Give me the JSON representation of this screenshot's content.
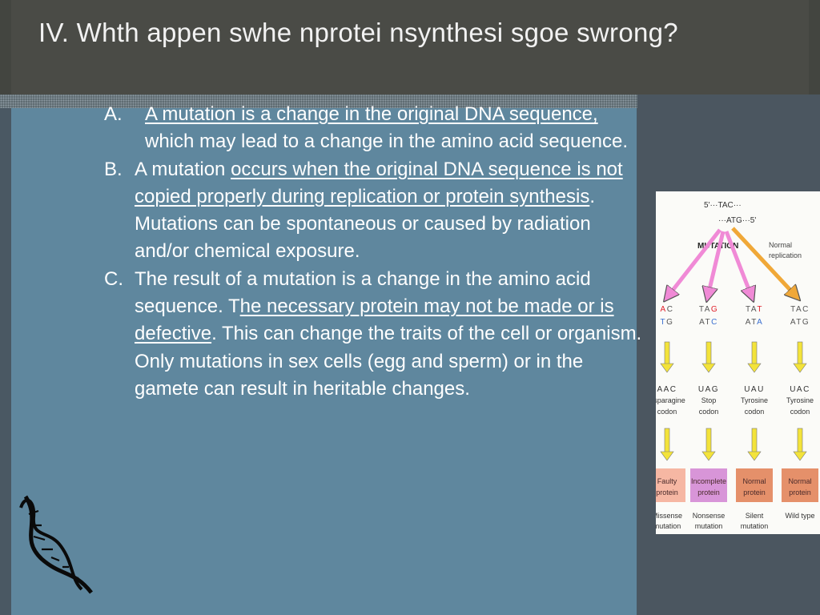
{
  "title": "IV. Whth appen swhe nprotei nsynthesi sgoe swrong?",
  "items": [
    {
      "marker": "A.",
      "u1": "A mutation is a change in the original DNA sequence,",
      "t1": " which may lead to a change in the amino acid sequence."
    },
    {
      "marker": "B.",
      "t0": "A mutation ",
      "u1": "occurs when the original DNA sequence is not copied properly during replication or protein synthesis",
      "t1": ".",
      "extra": "Mutations can be spontaneous or caused by radiation and/or chemical exposure."
    },
    {
      "marker": "C.",
      "t0": "The result of a mutation is a change in the amino acid sequence. T",
      "u1": "he necessary protein may not be made or is defective",
      "t1": ". This can change the traits of the cell or organism.",
      "extra": "Only mutations in sex cells (egg and sperm) or in the gamete can result in heritable changes."
    }
  ],
  "figure": {
    "top_strand": "5'···TAC···",
    "bottom_strand": "···ATG···5'",
    "mutation_label": "MUTATION",
    "normal_label_1": "Normal",
    "normal_label_2": "replication",
    "columns": [
      {
        "top": "AC",
        "bottom": "TG",
        "highlight": "left",
        "codon": "AAC",
        "aa": "Asparagine",
        "aa2": "codon",
        "protein1": "Faulty",
        "protein2": "protein",
        "protein_color": "#f6b7a3",
        "type1": "Missense",
        "type2": "mutation"
      },
      {
        "top": "TAG",
        "bottom": "ATC",
        "highlight": "last",
        "codon": "UAG",
        "aa": "Stop",
        "aa2": "codon",
        "protein1": "Incomplete",
        "protein2": "protein",
        "protein_color": "#d895d8",
        "type1": "Nonsense",
        "type2": "mutation"
      },
      {
        "top": "TAT",
        "bottom": "ATA",
        "highlight": "last",
        "codon": "UAU",
        "aa": "Tyrosine",
        "aa2": "codon",
        "protein1": "Normal",
        "protein2": "protein",
        "protein_color": "#e5906a",
        "type1": "Silent",
        "type2": "mutation"
      },
      {
        "top": "TAC",
        "bottom": "ATG",
        "highlight": "none",
        "codon": "UAC",
        "aa": "Tyrosine",
        "aa2": "codon",
        "protein1": "Normal",
        "protein2": "protein",
        "protein_color": "#e5906a",
        "type1": "Wild type",
        "type2": ""
      }
    ],
    "colors": {
      "mutation_arrow": "#f08ad6",
      "normal_arrow": "#f0a838",
      "yellow_arrow": "#f3e33a",
      "highlight_red": "#e0202a",
      "highlight_blue": "#3b6fd0"
    }
  }
}
